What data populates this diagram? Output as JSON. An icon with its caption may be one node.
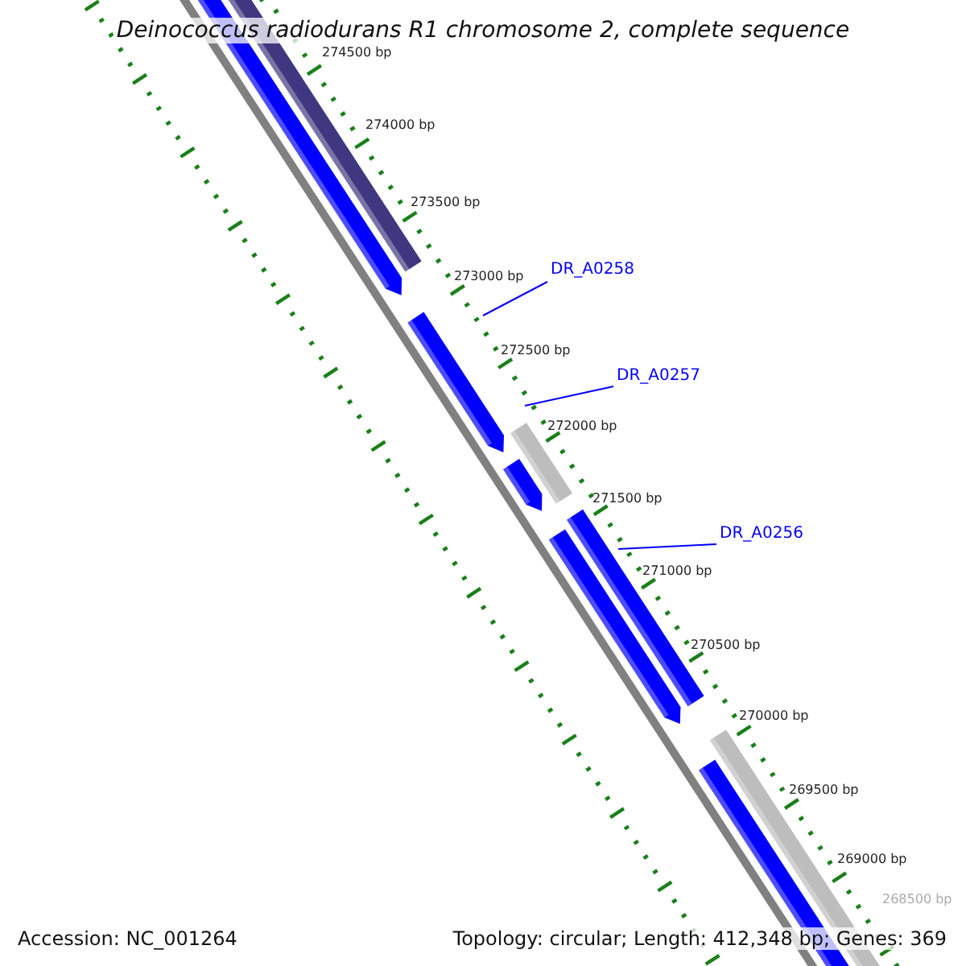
{
  "diagram": {
    "title": "Deinococcus radiodurans R1 chromosome 2, complete sequence",
    "nodes": [
      {
        "text": [
          "DR_A0258"
        ]
      },
      {
        "text": [
          "DR_A0257"
        ]
      },
      {
        "text": [
          "DR_A0256"
        ]
      }
    ],
    "edges": [
      {
        "from": 0,
        "to": null,
        "arrow": "none"
      },
      {
        "from": 1,
        "to": null,
        "arrow": "none"
      },
      {
        "from": 2,
        "to": null,
        "arrow": "none"
      }
    ],
    "labels": [
      "274500 bp",
      "274000 bp",
      "273500 bp",
      "273000 bp",
      "272500 bp",
      "272000 bp",
      "271500 bp",
      "271000 bp",
      "270500 bp",
      "270000 bp",
      "269500 bp",
      "269000 bp",
      "268500 bp",
      "Accession: NC_001264",
      "Topology: circular; Length: 412,348 bp; Genes: 369"
    ]
  }
}
